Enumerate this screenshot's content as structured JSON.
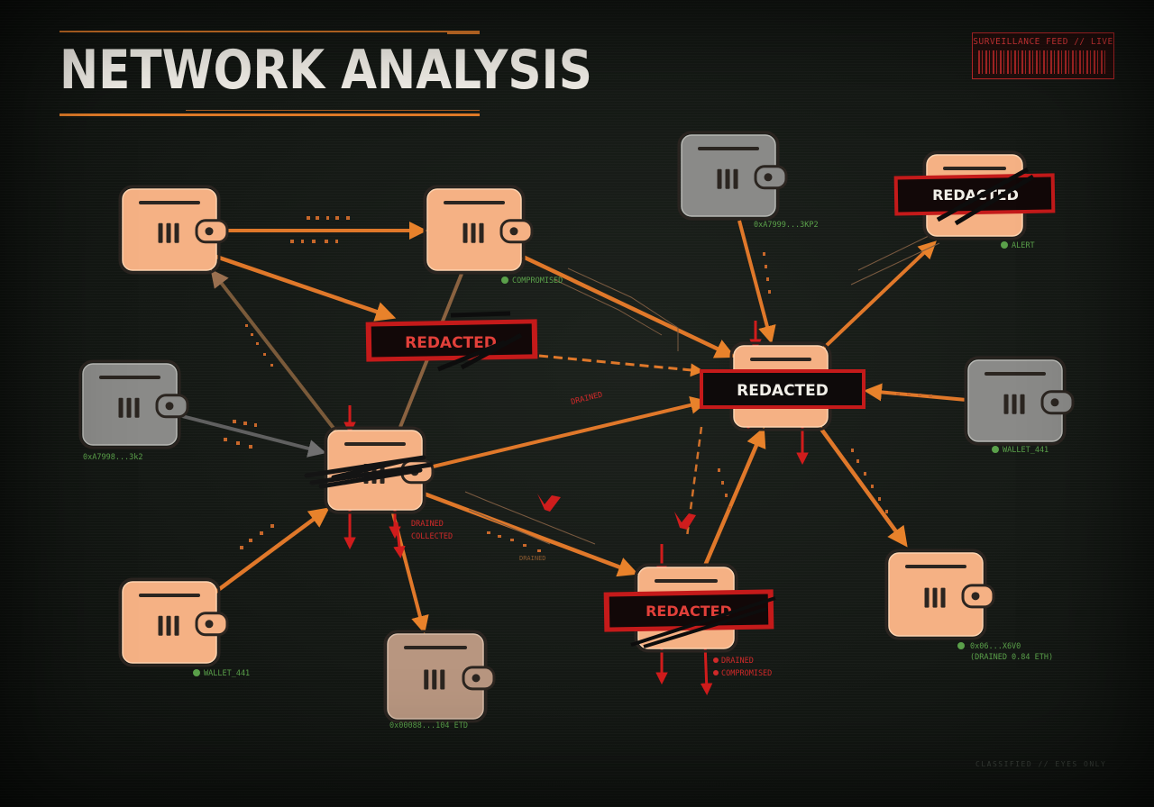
{
  "header": {
    "title": "NETWORK ANALYSIS",
    "feed_label": "SURVEILLANCE FEED // LIVE"
  },
  "footer": {
    "classified": "CLASSIFIED // EYES ONLY"
  },
  "redacted_label": "REDACTED",
  "colors": {
    "accent": "#e07b28",
    "orange_wallet": "#f5b184",
    "gray_wallet": "#8a8a88",
    "tan_wallet": "#b89680",
    "redact_red": "#c41a1a",
    "status_green": "#5aa04a"
  },
  "wallets": [
    {
      "id": "w1",
      "variant": "orange"
    },
    {
      "id": "w2",
      "variant": "orange"
    },
    {
      "id": "w3",
      "variant": "gray"
    },
    {
      "id": "w4",
      "variant": "orange"
    },
    {
      "id": "w5",
      "variant": "gray"
    },
    {
      "id": "w6",
      "variant": "orange"
    },
    {
      "id": "w7",
      "variant": "orange"
    },
    {
      "id": "w8",
      "variant": "tan"
    },
    {
      "id": "w9",
      "variant": "orange"
    },
    {
      "id": "w10",
      "variant": "orange"
    },
    {
      "id": "w11",
      "variant": "gray"
    },
    {
      "id": "w12",
      "variant": "orange"
    }
  ],
  "labels": [
    {
      "id": "lbl-compromised-top",
      "text": "COMPROMISED"
    },
    {
      "id": "lbl-addr-top",
      "text": "0xA7999...3KP2"
    },
    {
      "id": "lbl-alert-topright",
      "text": "ALERT"
    },
    {
      "id": "lbl-addr-left",
      "text": "0xA7998...3k2"
    },
    {
      "id": "lbl-wallet-right",
      "text": "WALLET_441"
    },
    {
      "id": "lbl-drained-mid",
      "text": "DRAINED"
    },
    {
      "id": "lbl-drained-hub",
      "text": "DRAINED"
    },
    {
      "id": "lbl-collected-hub",
      "text": "COLLECTED"
    },
    {
      "id": "lbl-wallet-bottomleft",
      "text": "WALLET_441"
    },
    {
      "id": "lbl-addr-bottom",
      "text": "0x00088...104 ETD"
    },
    {
      "id": "lbl-drained-bottom",
      "text": "DRAINED"
    },
    {
      "id": "lbl-compromised-bottom",
      "text": "COMPROMISED"
    },
    {
      "id": "lbl-addr-right",
      "text": "0x06...X6V0"
    },
    {
      "id": "lbl-drained-right",
      "text": "(DRAINED 0.84 ETH)"
    },
    {
      "id": "lbl-drained-small",
      "text": "DRAINED"
    }
  ]
}
